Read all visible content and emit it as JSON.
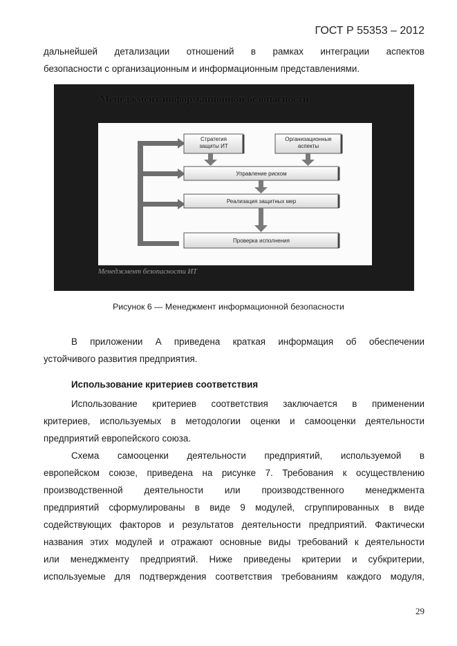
{
  "header": {
    "standard": "ГОСТ Р 55353 – 2012"
  },
  "paragraph1": {
    "lines": [
      "дальнейшей детализации отношений в рамках интеграции аспектов",
      "безопасности с организационным и информационным представлениями."
    ]
  },
  "figure": {
    "title": "Менеджмент информационной безопасности",
    "boxes": {
      "strategy_line1": "Стратегия",
      "strategy_line2": "защиты ИТ",
      "org_line1": "Организационные",
      "org_line2": "аспекты",
      "risk": "Управление риском",
      "measures": "Реализация защитных мер",
      "check": "Проверка исполнения"
    },
    "inner_caption": "Менеджмент безопасности ИТ",
    "caption": "Рисунок 6 — Менеджмент информационной безопасности"
  },
  "paragraph2": {
    "lines": [
      "В приложении А приведена краткая информация об обеспечении",
      "устойчивого развития предприятия."
    ]
  },
  "section": {
    "heading": "Использование критериев соответствия",
    "paragraph3_lines": [
      "Использование критериев соответствия заключается в применении",
      "критериев, используемых в методологии оценки и самооценки деятельности",
      "предприятий европейского союза."
    ],
    "paragraph4_lines": [
      "Схема самооценки деятельности предприятий, используемой в",
      "европейском союзе, приведена на рисунке 7. Требования к осуществлению",
      "производственной деятельности или производственного менеджмента",
      "предприятий сформулированы в виде 9 модулей, сгруппированных в виде",
      "содействующих факторов и результатов деятельности предприятий. Фактически",
      "названия этих модулей и отражают основные виды требований к деятельности",
      "или менеджменту предприятий. Ниже приведены критерии и субкритерии,",
      "используемые для подтверждения соответствия требованиям каждого модуля,"
    ]
  },
  "page_number": "29"
}
